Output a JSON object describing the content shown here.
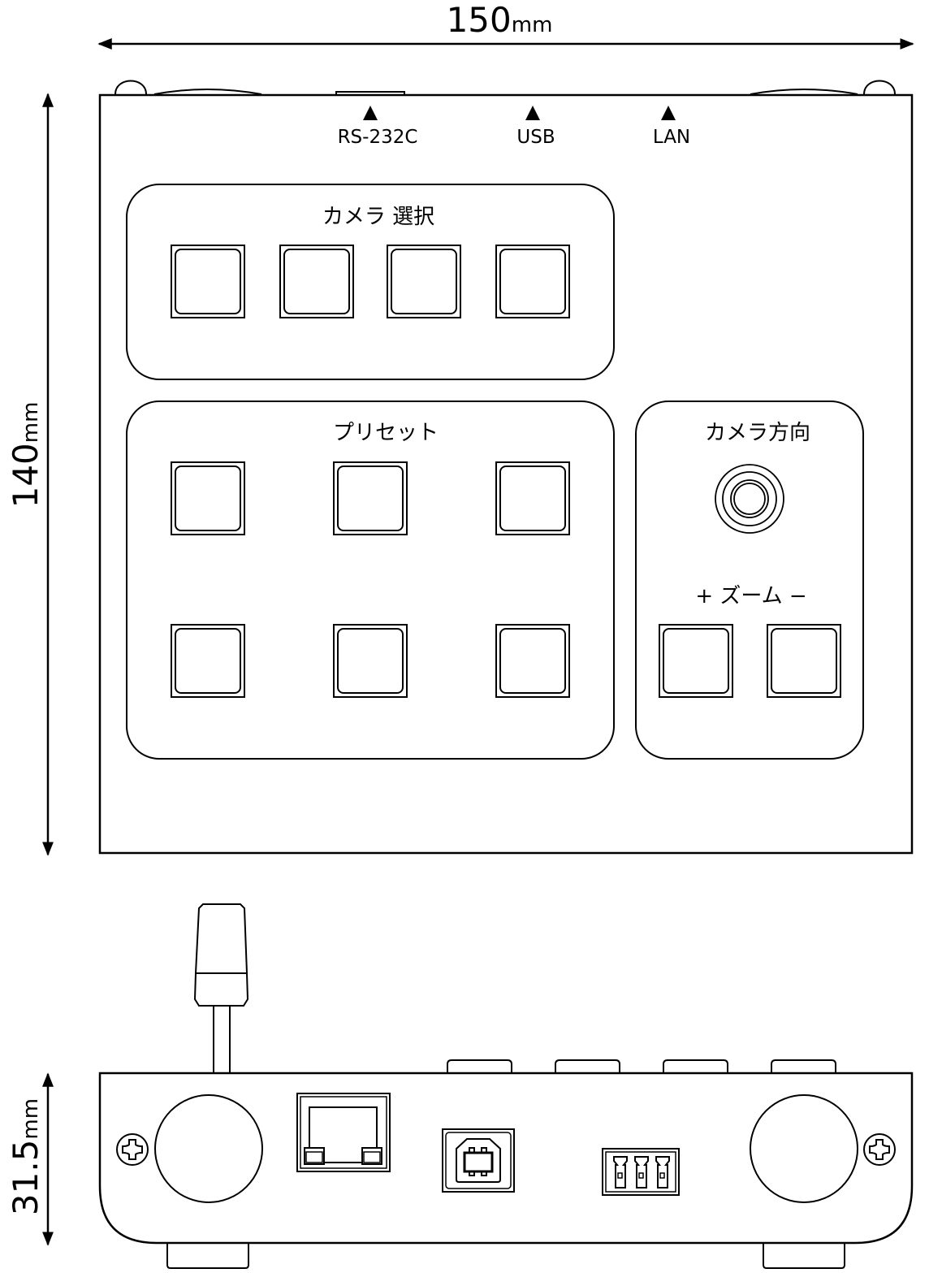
{
  "dimensions": {
    "width": {
      "value": "150",
      "unit": "mm"
    },
    "depth": {
      "value": "140",
      "unit": "mm"
    },
    "height": {
      "value": "31.5",
      "unit": "mm"
    }
  },
  "top_view": {
    "port_markers": [
      {
        "label": "RS-232C",
        "icon": "up-triangle-icon"
      },
      {
        "label": "USB",
        "icon": "up-triangle-icon"
      },
      {
        "label": "LAN",
        "icon": "up-triangle-icon"
      }
    ],
    "groups": {
      "camera_select": {
        "title": "カメラ 選択",
        "button_count": 4
      },
      "preset": {
        "title": "プリセット",
        "button_count": 6
      },
      "camera_direction": {
        "title": "カメラ方向",
        "joystick": "joystick-icon",
        "zoom_label": "+ ズーム −",
        "zoom_buttons": [
          "zoom-in",
          "zoom-out"
        ]
      }
    }
  },
  "rear_view": {
    "connectors": [
      "lan-port-icon",
      "usb-b-port-icon",
      "rs232c-terminal-icon"
    ],
    "screws": [
      "screw-icon",
      "screw-icon"
    ]
  }
}
